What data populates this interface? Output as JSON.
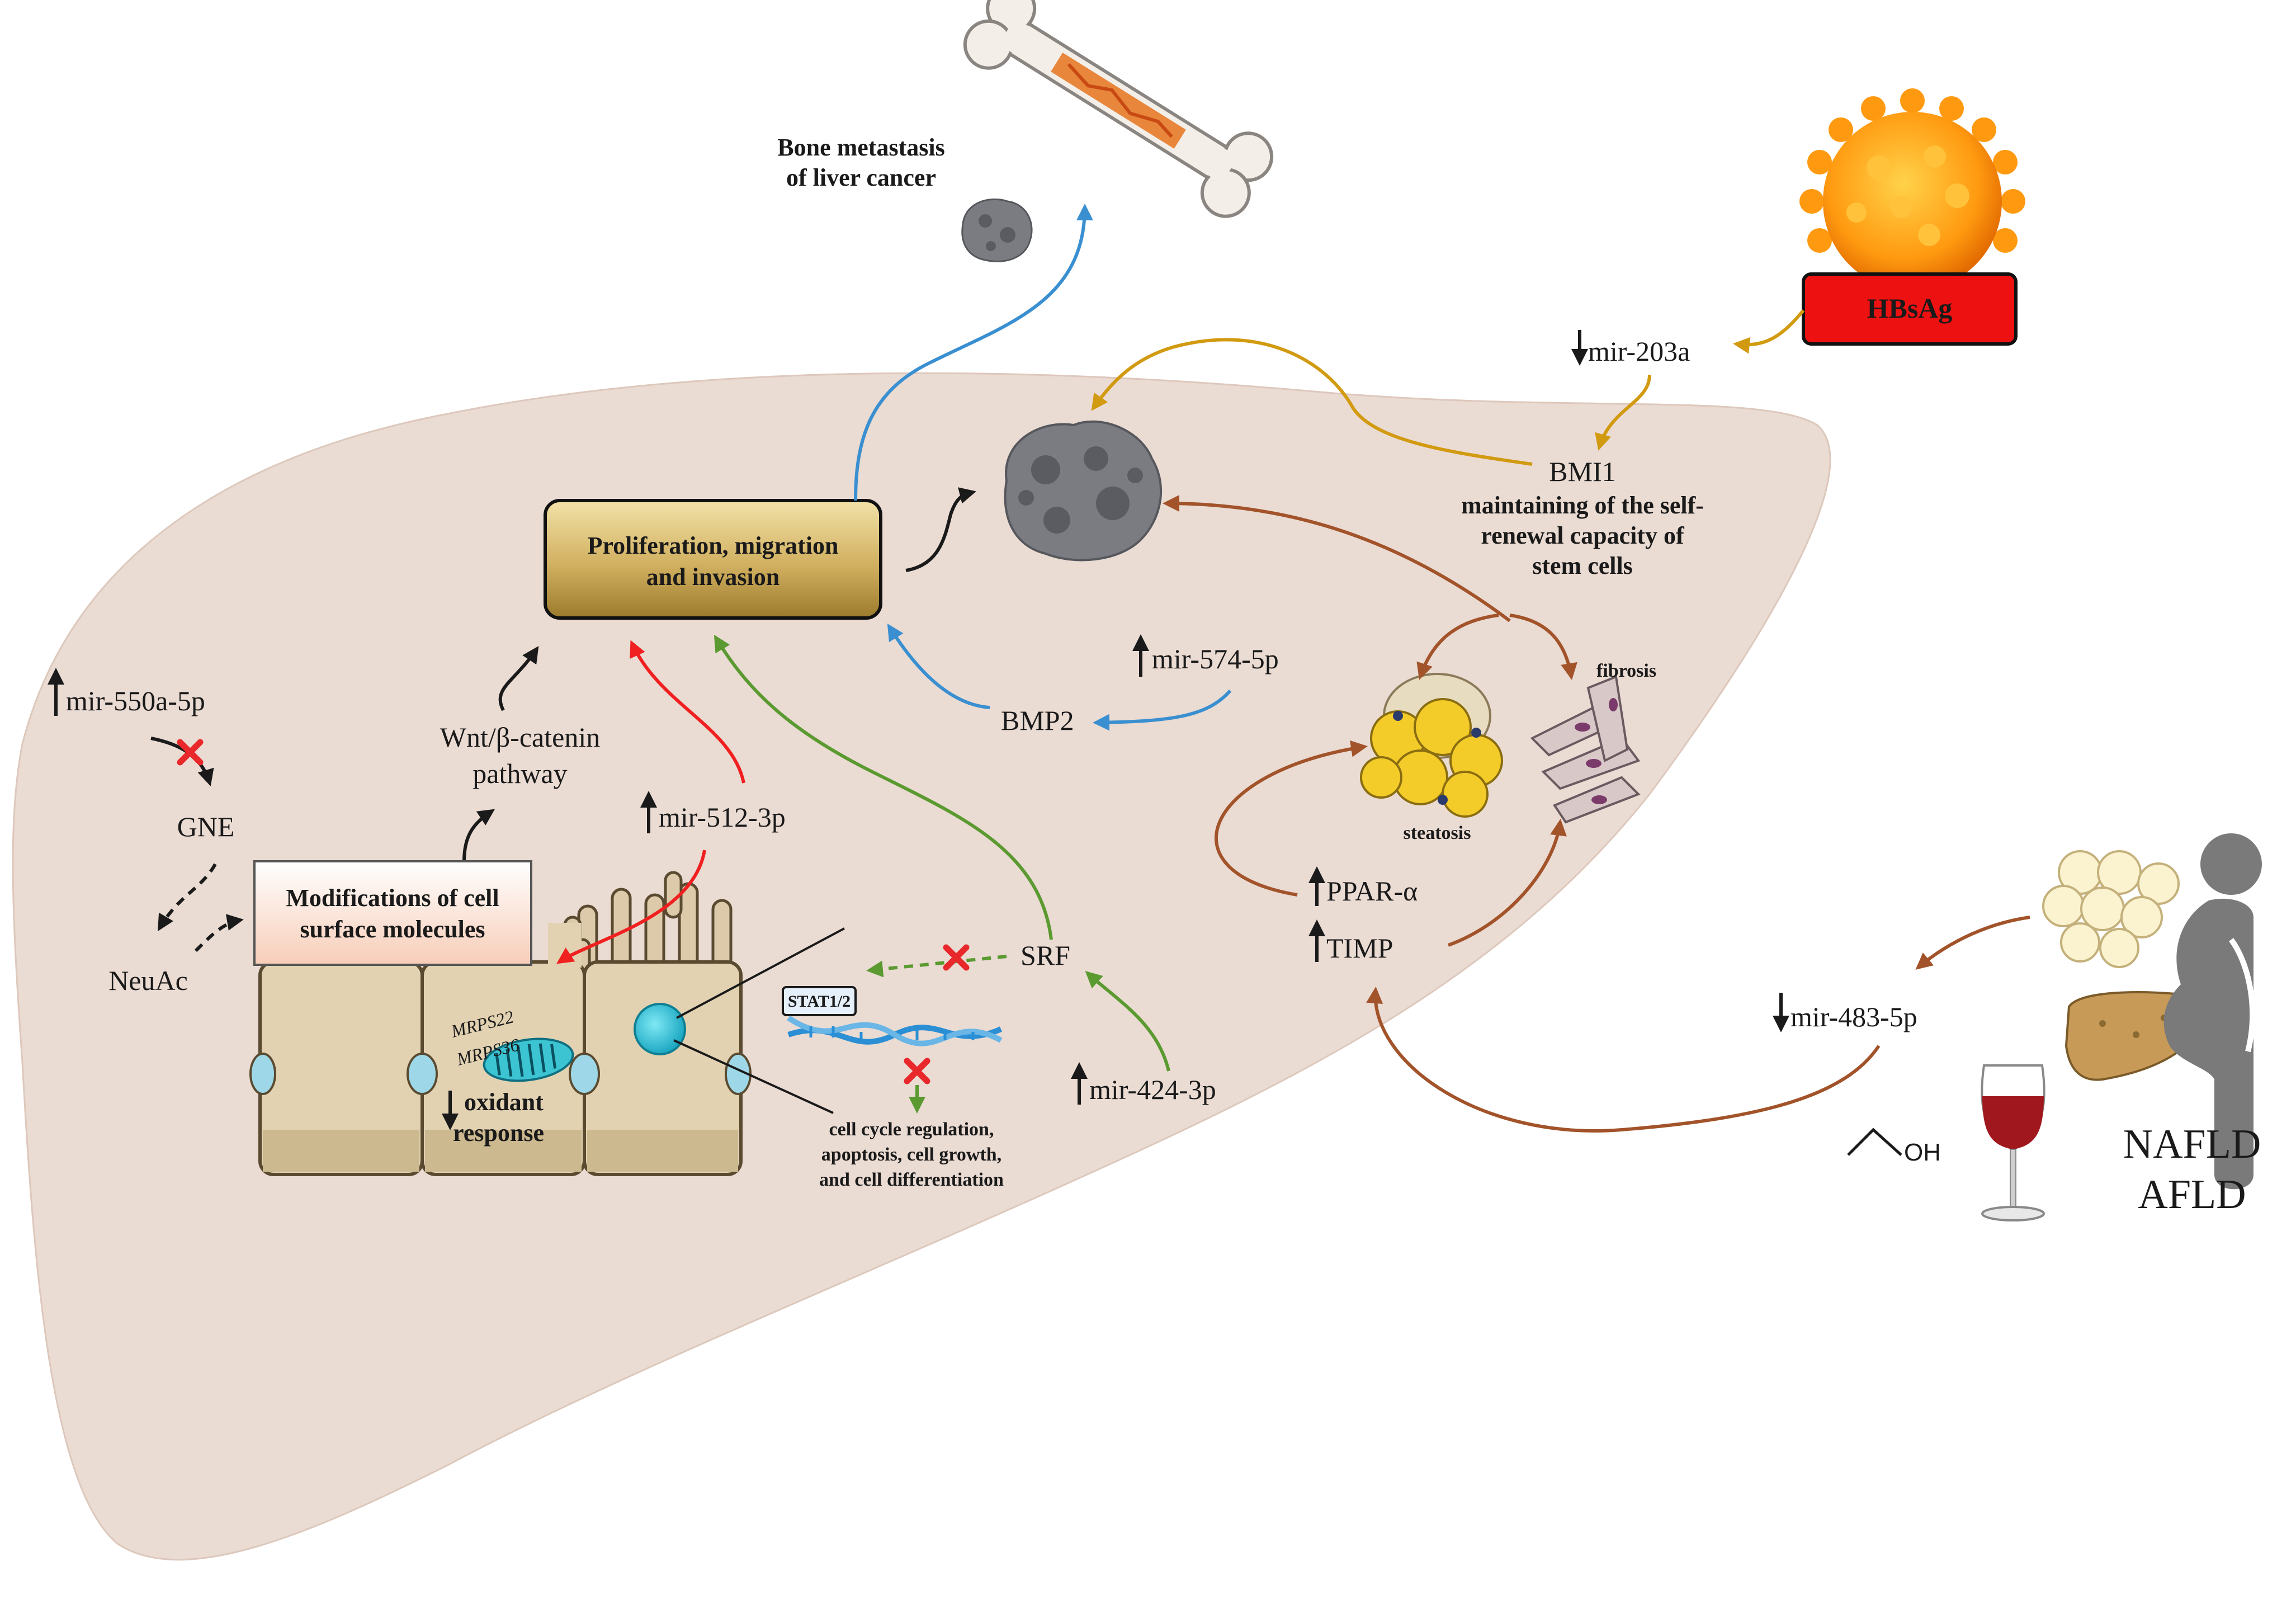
{
  "labels": {
    "bone_metastasis_1": "Bone metastasis",
    "bone_metastasis_2": "of liver cancer",
    "hbsag": "HBsAg",
    "mir_203a": "mir-203a",
    "bmi1": "BMI1",
    "bmi1_desc_1": "maintaining of the self-",
    "bmi1_desc_2": "renewal capacity of",
    "bmi1_desc_3": "stem cells",
    "prolif_1": "Proliferation, migration",
    "prolif_2": "and invasion",
    "mir_550a": "mir-550a-5p",
    "gne": "GNE",
    "neuac": "NeuAc",
    "wnt_1": "Wnt/β-catenin",
    "wnt_2": "pathway",
    "mir_512": "mir-512-3p",
    "mods_1": "Modifications of cell",
    "mods_2": "surface molecules",
    "mrps22": "MRPS22",
    "mrps36": "MRPS36",
    "oxidant_1": "oxidant",
    "oxidant_2": "response",
    "mir_574": "mir-574-5p",
    "bmp2": "BMP2",
    "srf": "SRF",
    "stat": "STAT1/2",
    "mir_424": "mir-424-3p",
    "cell_cycle_1": "cell cycle regulation,",
    "cell_cycle_2": "apoptosis, cell growth,",
    "cell_cycle_3": "and cell differentiation",
    "steatosis": "steatosis",
    "fibrosis": "fibrosis",
    "ppar": "PPAR-α",
    "timp": "TIMP",
    "mir_483": "mir-483-5p",
    "oh": "OH",
    "nafld": "NAFLD",
    "afld": "AFLD"
  },
  "colors": {
    "liver": "#eadbd3",
    "hbsag_fill": "#ee1111",
    "prolif_fill": "#c9a84a",
    "arrow_gold": "#d29a10",
    "arrow_blue": "#3a8fd0",
    "arrow_red": "#f02020",
    "arrow_green": "#5a9a30",
    "arrow_brown": "#a2532a",
    "arrow_black": "#1a1a1a"
  },
  "icons": [
    "bone-icon",
    "virus-icon",
    "tumor-icon",
    "steatosis-cells-icon",
    "fibrosis-cells-icon",
    "fat-cells-icon",
    "fatty-liver-icon",
    "pregnant-person-icon",
    "wine-glass-icon",
    "dna-icon",
    "mitochondrion-icon",
    "nucleus-icon",
    "x-mark-icon"
  ]
}
